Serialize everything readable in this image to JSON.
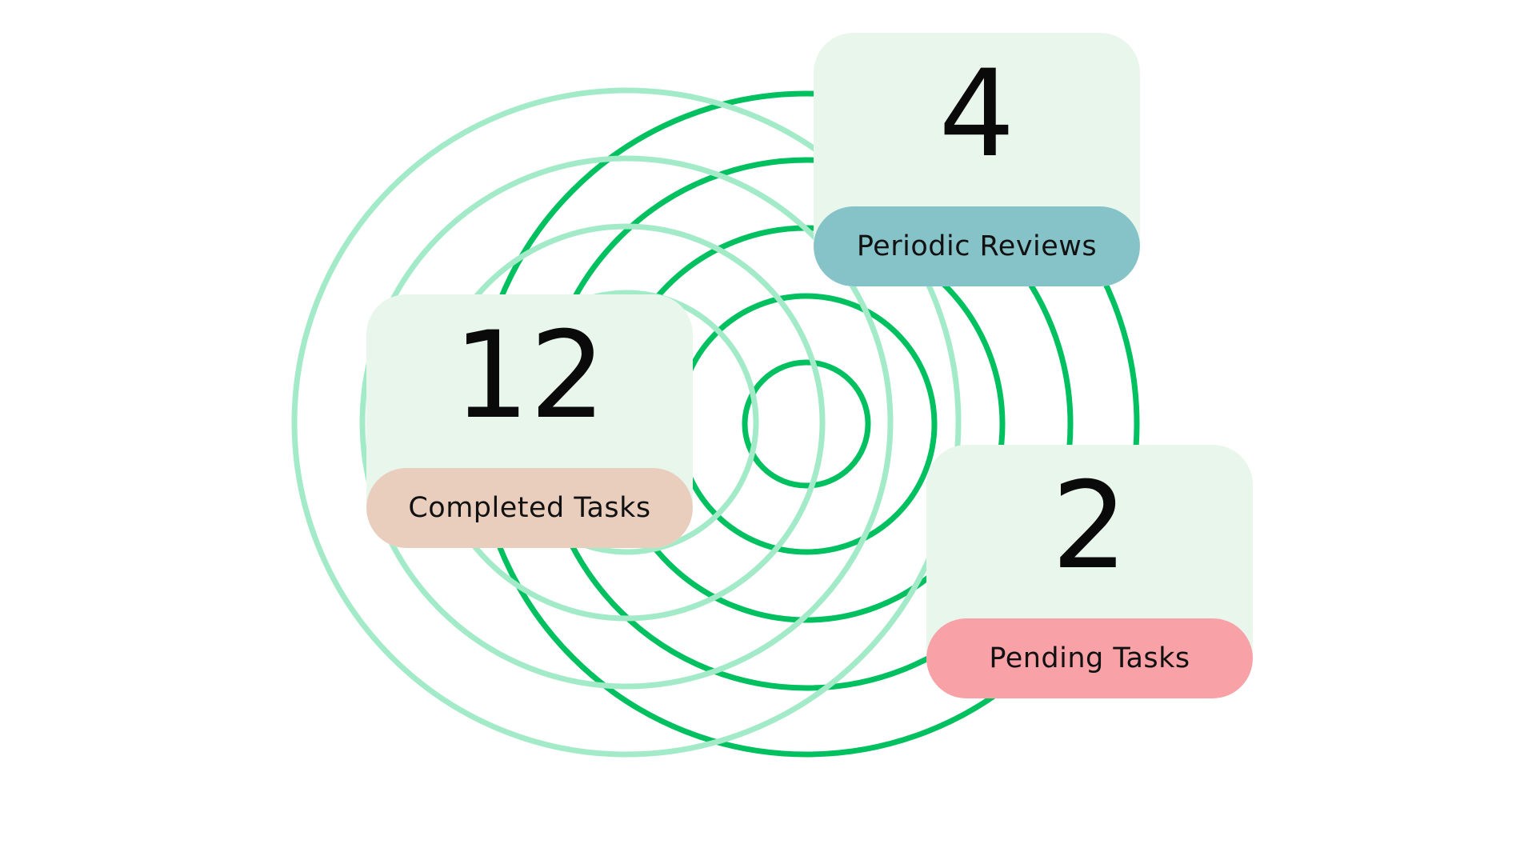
{
  "colors": {
    "background": "#ffffff",
    "ring_dark": "#00c060",
    "ring_light": "#a3ebc8",
    "card_background": "#e9f6ec"
  },
  "stats": [
    {
      "id": "periodic-reviews",
      "value": "4",
      "label": "Periodic Reviews",
      "pill_color": "#86c3c9"
    },
    {
      "id": "completed-tasks",
      "value": "12",
      "label": "Completed Tasks",
      "pill_color": "#e9cebe"
    },
    {
      "id": "pending-tasks",
      "value": "2",
      "label": "Pending Tasks",
      "pill_color": "#f8a1a7"
    }
  ]
}
